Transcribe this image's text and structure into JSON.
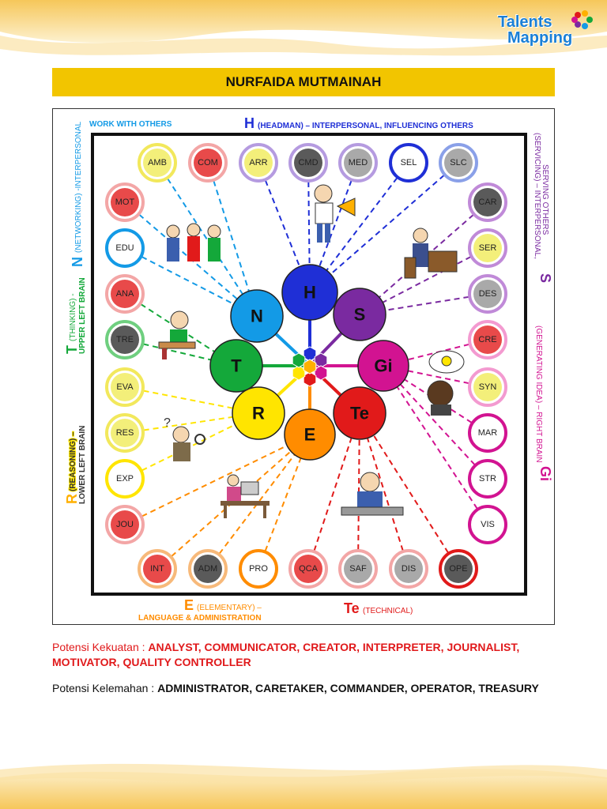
{
  "logo": {
    "line1": "Talents",
    "line2": "Mapping"
  },
  "title": "NURFAIDA MUTMAINAH",
  "diagram": {
    "headings": {
      "top_left": "WORK WITH OTHERS",
      "top_h": "H",
      "top_h_desc": "(HEADMAN) – INTERPERSONAL, INFLUENCING OTHERS",
      "left_n": "N",
      "left_n_desc": "(NETWORKING) -INTERPERSONAL",
      "left_t": "T",
      "left_t_desc1": "(THINKING) -",
      "left_t_desc2": "UPPER LEFT BRAIN",
      "left_r": "R",
      "left_r_desc1": "(REASONING) –",
      "left_r_desc2": "LOWER LEFT BRAIN",
      "right_s": "S",
      "right_s_desc1": "(SERVICING) – INTERPERSONAL,",
      "right_s_desc2": "SERVING OTHERS",
      "right_gi": "Gi",
      "right_gi_desc": "(GENERATING IDEA) – RIGHT BRAIN",
      "bottom_e": "E",
      "bottom_e_desc1": "(ELEMENTARY) –",
      "bottom_e_desc2": "LANGUAGE & ADMINISTRATION",
      "bottom_te": "Te",
      "bottom_te_desc": "(TECHNICAL)"
    },
    "centers": [
      {
        "label": "H",
        "color": "#1f2fd6"
      },
      {
        "label": "S",
        "color": "#7a2aa0"
      },
      {
        "label": "Gi",
        "color": "#d21391"
      },
      {
        "label": "Te",
        "color": "#e11a1a"
      },
      {
        "label": "E",
        "color": "#ff8c00"
      },
      {
        "label": "R",
        "color": "#ffe500"
      },
      {
        "label": "T",
        "color": "#14a83a"
      },
      {
        "label": "N",
        "color": "#139ae6"
      }
    ],
    "nodes": [
      {
        "label": "AMB",
        "fill": "#f3ef7a",
        "ring": "#f2e85c"
      },
      {
        "label": "COM",
        "fill": "#e84a4a",
        "ring": "#f3a6a6"
      },
      {
        "label": "ARR",
        "fill": "#f3ef7a",
        "ring": "#b59be0"
      },
      {
        "label": "CMD",
        "fill": "#5a5a5a",
        "ring": "#b59be0"
      },
      {
        "label": "MED",
        "fill": "#a9a9a9",
        "ring": "#b59be0"
      },
      {
        "label": "SEL",
        "fill": "#ffffff",
        "ring": "#1f2fd6"
      },
      {
        "label": "SLC",
        "fill": "#a9a9a9",
        "ring": "#8aa0e8"
      },
      {
        "label": "MOT",
        "fill": "#e84a4a",
        "ring": "#f3a6a6"
      },
      {
        "label": "EDU",
        "fill": "#ffffff",
        "ring": "#139ae6"
      },
      {
        "label": "ANA",
        "fill": "#e84a4a",
        "ring": "#f3a6a6"
      },
      {
        "label": "TRE",
        "fill": "#5a5a5a",
        "ring": "#6fcf7f"
      },
      {
        "label": "EVA",
        "fill": "#f3ef7a",
        "ring": "#f2e85c"
      },
      {
        "label": "RES",
        "fill": "#f3ef7a",
        "ring": "#f2e85c"
      },
      {
        "label": "EXP",
        "fill": "#ffffff",
        "ring": "#ffe500"
      },
      {
        "label": "JOU",
        "fill": "#e84a4a",
        "ring": "#f3a6a6"
      },
      {
        "label": "CAR",
        "fill": "#5a5a5a",
        "ring": "#c08ad8"
      },
      {
        "label": "SER",
        "fill": "#f3ef7a",
        "ring": "#c08ad8"
      },
      {
        "label": "DES",
        "fill": "#a9a9a9",
        "ring": "#c08ad8"
      },
      {
        "label": "CRE",
        "fill": "#e84a4a",
        "ring": "#f39ad0"
      },
      {
        "label": "SYN",
        "fill": "#f3ef7a",
        "ring": "#f39ad0"
      },
      {
        "label": "MAR",
        "fill": "#ffffff",
        "ring": "#d21391"
      },
      {
        "label": "STR",
        "fill": "#ffffff",
        "ring": "#d21391"
      },
      {
        "label": "VIS",
        "fill": "#ffffff",
        "ring": "#d21391"
      },
      {
        "label": "INT",
        "fill": "#e84a4a",
        "ring": "#f7b97a"
      },
      {
        "label": "ADM",
        "fill": "#5a5a5a",
        "ring": "#f7b97a"
      },
      {
        "label": "PRO",
        "fill": "#ffffff",
        "ring": "#ff8c00"
      },
      {
        "label": "QCA",
        "fill": "#e84a4a",
        "ring": "#f3a6a6"
      },
      {
        "label": "SAF",
        "fill": "#a9a9a9",
        "ring": "#f3a6a6"
      },
      {
        "label": "DIS",
        "fill": "#a9a9a9",
        "ring": "#f3a6a6"
      },
      {
        "label": "OPE",
        "fill": "#5a5a5a",
        "ring": "#e11a1a"
      }
    ]
  },
  "kekuatan": {
    "label": "Potensi Kekuatan : ",
    "value": "ANALYST, COMMUNICATOR, CREATOR, INTERPRETER, JOURNALIST, MOTIVATOR, QUALITY CONTROLLER"
  },
  "kelemahan": {
    "label": "Potensi Kelemahan : ",
    "value": "ADMINISTRATOR, CARETAKER, COMMANDER, OPERATOR, TREASURY"
  }
}
